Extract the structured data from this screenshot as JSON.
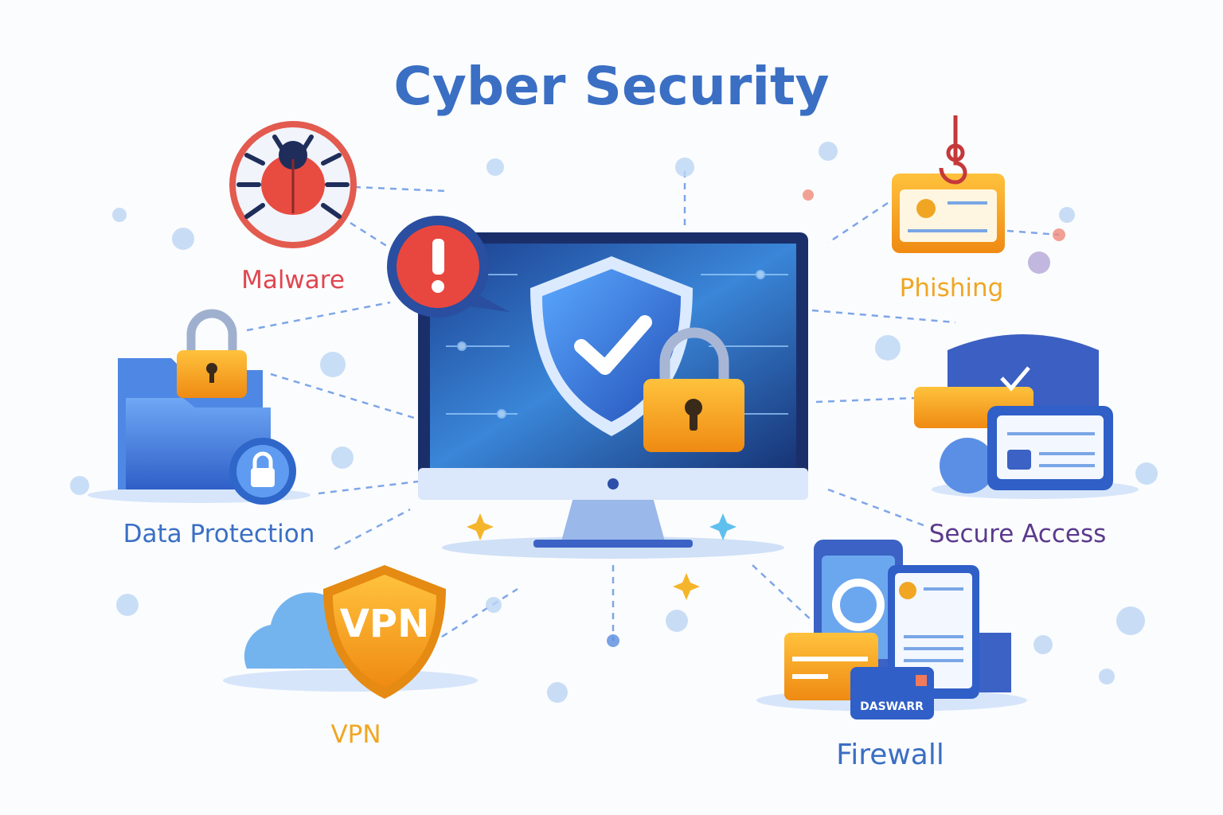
{
  "title": "Cyber Security",
  "labels": {
    "malware": "Malware",
    "phishing": "Phishing",
    "data_protection": "Data Protection",
    "secure_access": "Secure Access",
    "vpn": "VPN",
    "firewall": "Firewall"
  },
  "illustration_text": {
    "vpn_shield": "VPN",
    "firewall_card": "DASWARR"
  },
  "colors": {
    "title": "#3a6fc4",
    "malware": "#e0464f",
    "phishing": "#f0a623",
    "data_protection": "#3a6fc4",
    "secure_access": "#5a3a8c",
    "vpn": "#f0a623",
    "firewall": "#3a6fc4"
  }
}
